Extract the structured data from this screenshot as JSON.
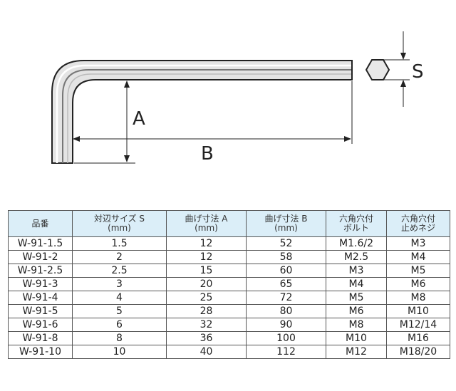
{
  "diagram": {
    "label_s": "S",
    "label_a": "A",
    "label_b": "B"
  },
  "table": {
    "headers": [
      [
        "品番"
      ],
      [
        "対辺サイズ S",
        "(mm)"
      ],
      [
        "曲げ寸法 A",
        "(mm)"
      ],
      [
        "曲げ寸法 B",
        "(mm)"
      ],
      [
        "六角穴付",
        "ボルト"
      ],
      [
        "六角穴付",
        "止めネジ"
      ]
    ],
    "rows": [
      [
        "W-91-1.5",
        "1.5",
        "12",
        "52",
        "M1.6/2",
        "M3"
      ],
      [
        "W-91-2",
        "2",
        "12",
        "58",
        "M2.5",
        "M4"
      ],
      [
        "W-91-2.5",
        "2.5",
        "15",
        "60",
        "M3",
        "M5"
      ],
      [
        "W-91-3",
        "3",
        "20",
        "65",
        "M4",
        "M6"
      ],
      [
        "W-91-4",
        "4",
        "25",
        "72",
        "M5",
        "M8"
      ],
      [
        "W-91-5",
        "5",
        "28",
        "80",
        "M6",
        "M10"
      ],
      [
        "W-91-6",
        "6",
        "32",
        "90",
        "M8",
        "M12/14"
      ],
      [
        "W-91-8",
        "8",
        "36",
        "100",
        "M10",
        "M16"
      ],
      [
        "W-91-10",
        "10",
        "40",
        "112",
        "M12",
        "M18/20"
      ]
    ]
  }
}
